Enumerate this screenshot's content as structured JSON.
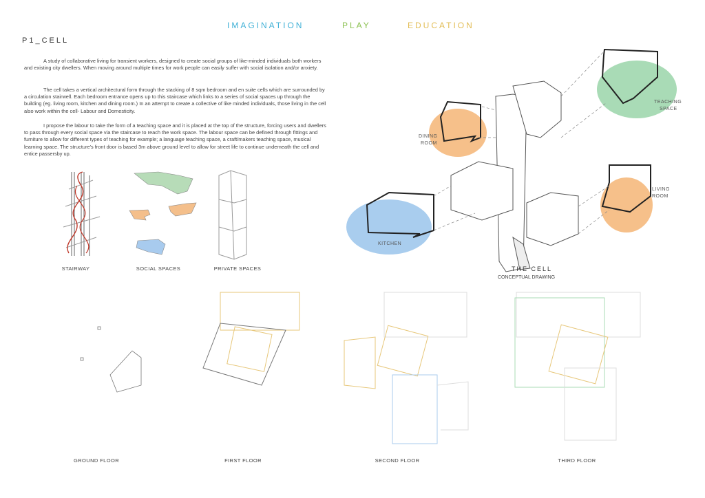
{
  "header": {
    "words": [
      {
        "text": "IMAGINATION",
        "color": "#3fb0d6"
      },
      {
        "text": "PLAY",
        "color": "#8cc152"
      },
      {
        "text": "EDUCATION",
        "color": "#e2bd55"
      }
    ]
  },
  "title": "P1_CELL",
  "paragraphs": [
    "A study of collaborative living for transient workers, designed to create social groups of like-minded individuals both workers and existing city dwellers. When moving around multiple times for work people can easily suffer with social isolation and/or anxiety.",
    "The cell takes a vertical architectural form through the stacking of 8 sqm bedroom and en suite cells which are surrounded by a circulation stairwell. Each bedroom entrance opens up to this staircase which links to a series of social spaces up through the building (eg. living room, kitchen and dining room.) In an attempt to create a collective of like minded individuals, those living in the cell also work within the cell- Labour and Domesticity.",
    "I propose the labour to take the form of a teaching space and it is placed at the top of the structure, forcing users and dwellers to pass through every social space via the staircase to reach the work space. The labour space can be defined through fittings and furniture to allow for different types of teaching for example; a language teaching space, a craft/makers teaching space, musical learning space. The structure's front door is based 3m above ground level to allow for street life to continue underneath the cell and entice passersby up."
  ],
  "diagrams": {
    "stairway": "STAIRWAY",
    "social_spaces": "SOCIAL SPACES",
    "private_spaces": "PRIVATE SPACES"
  },
  "cell_drawing": {
    "title": "THE CELL",
    "subtitle": "CONCEPTUAL DRAWING",
    "rooms": {
      "dining_1": "DINING",
      "dining_2": "ROOM",
      "teaching_1": "TEACHING",
      "teaching_2": "SPACE",
      "living_1": "LIVING",
      "living_2": "ROOM",
      "kitchen": "KITCHEN"
    }
  },
  "floors": [
    "GROUND FLOOR",
    "FIRST FLOOR",
    "SECOND FLOOR",
    "THIRD FLOOR"
  ],
  "colors": {
    "blue": "#a9cdee",
    "orange": "#f6c08a",
    "green": "#a9dbb6"
  }
}
